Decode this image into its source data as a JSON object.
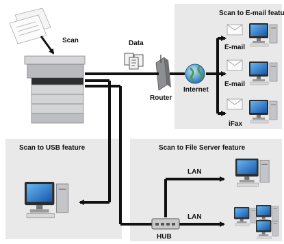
{
  "labels": {
    "scan": "Scan",
    "data": "Data",
    "router": "Router",
    "internet": "Internet",
    "email_1": "E-mail",
    "email_2": "E-mail",
    "ifax": "iFax",
    "lan_1": "LAN",
    "lan_2": "LAN",
    "hub": "HUB"
  },
  "panels": {
    "email": {
      "title": "Scan to E-mail feature"
    },
    "usb": {
      "title": "Scan to USB feature"
    },
    "fileserver": {
      "title": "Scan to File Server feature"
    }
  },
  "colors": {
    "panel_bg": "#e9e9ea",
    "line": "#111111",
    "monitor_screen": "#1f74c8",
    "device_grey": "#c9cacc",
    "globe": "#4aa3d8"
  },
  "icons": [
    "paper-documents-icon",
    "multifunction-printer-icon",
    "data-files-icon",
    "router-icon",
    "globe-icon",
    "envelope-icon",
    "desktop-computer-icon",
    "hub-icon"
  ]
}
